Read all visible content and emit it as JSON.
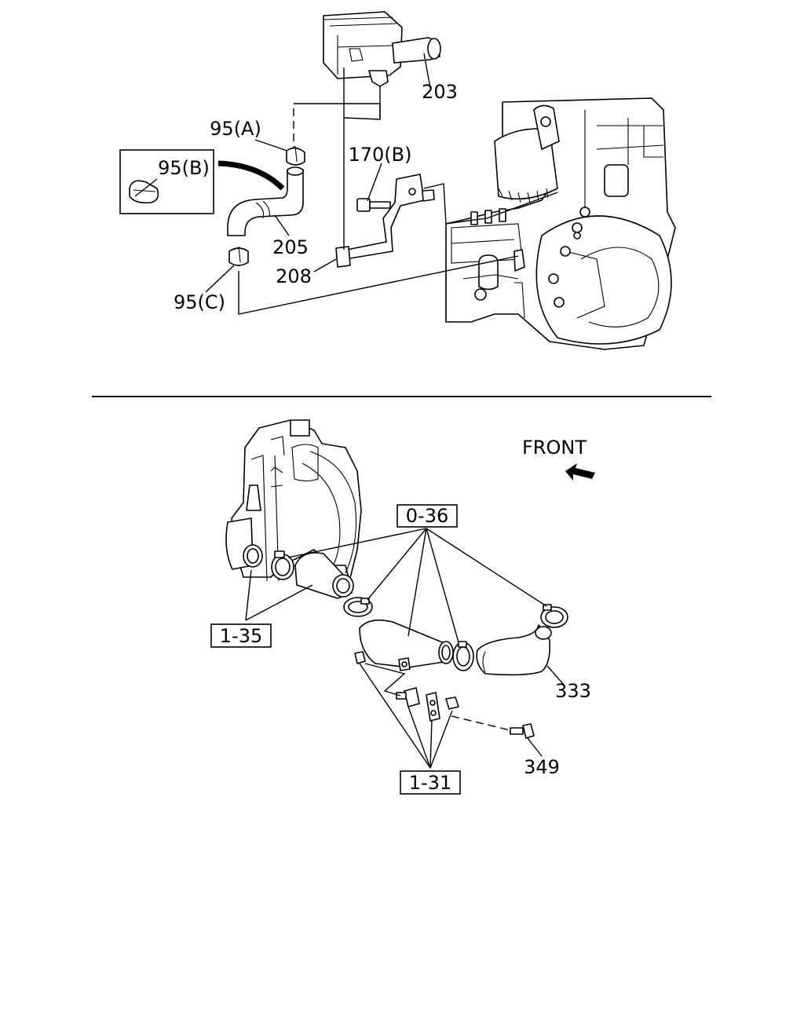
{
  "callouts": {
    "p203": "203",
    "p95a": "95(A)",
    "p95b": "95(B)",
    "p170b": "170(B)",
    "p205": "205",
    "p208": "208",
    "p95c": "95(C)",
    "front": "FRONT",
    "p036": "0-36",
    "p135": "1-35",
    "p333": "333",
    "p131": "1-31",
    "p349": "349"
  },
  "colors": {
    "ink": "#000000",
    "paper": "#ffffff"
  }
}
